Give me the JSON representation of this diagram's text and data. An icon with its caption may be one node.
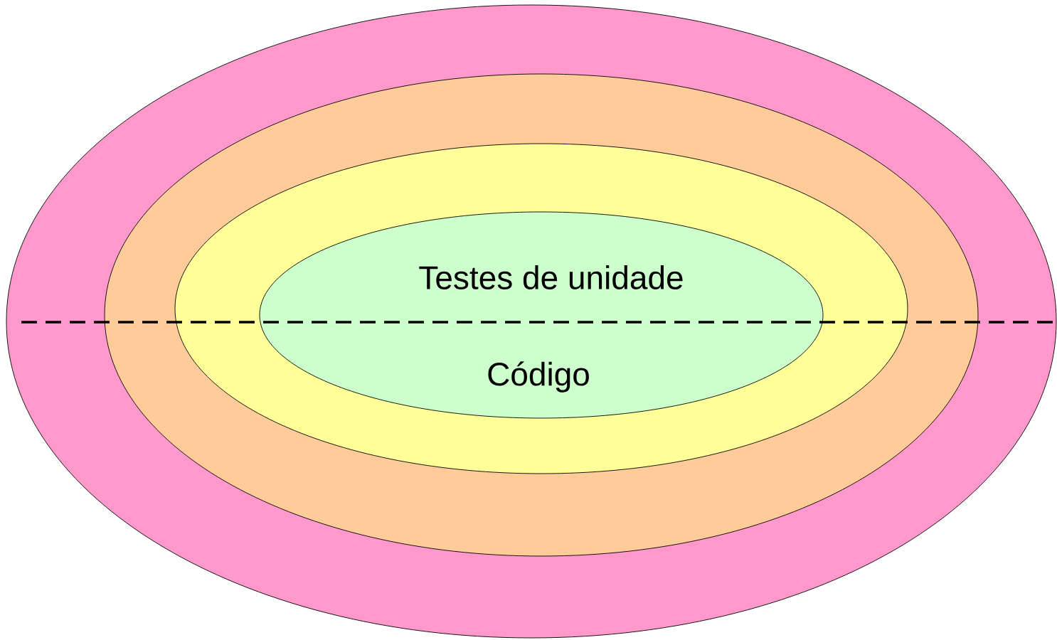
{
  "diagram": {
    "nodes": [
      {
        "text": [],
        "shape": "ellipse"
      },
      {
        "text": [],
        "shape": "ellipse",
        "in": 0
      },
      {
        "text": [],
        "shape": "ellipse",
        "in": 1
      },
      {
        "text": [
          "Testes de unidade",
          "Código"
        ],
        "in": 2
      }
    ]
  }
}
